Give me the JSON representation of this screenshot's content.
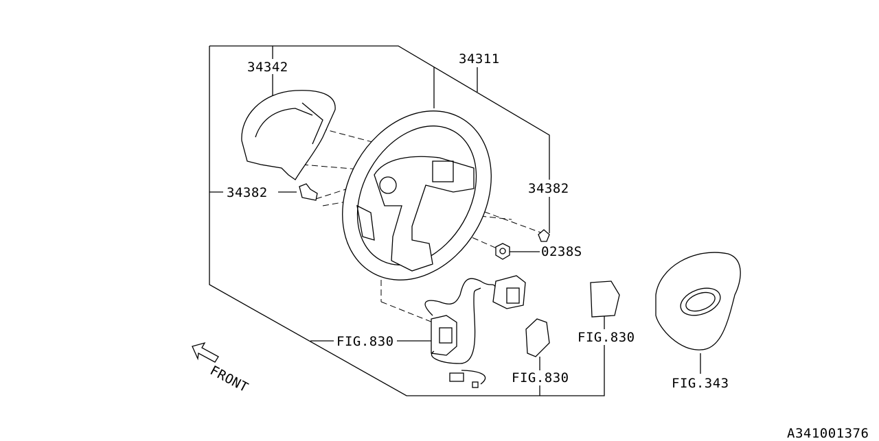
{
  "labels": {
    "horn_cover": "34342",
    "steering_wheel": "34311",
    "bolt_left": "34382",
    "bolt_right": "34382",
    "nut": "0238S",
    "switch_left": "FIG.830",
    "switch_middle": "FIG.830",
    "switch_right": "FIG.830",
    "airbag": "FIG.343",
    "front": "FRONT",
    "diagram_id": "A341001376"
  }
}
